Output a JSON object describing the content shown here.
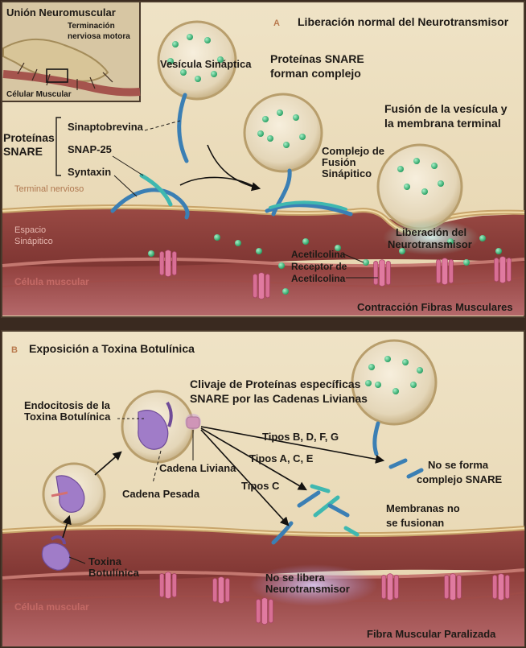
{
  "inset": {
    "title": "Unión Neuromuscular",
    "nerve_label_line1": "Terminación",
    "nerve_label_line2": "nerviosa motora",
    "muscle_label": "Célular Muscular"
  },
  "panel_a": {
    "letter": "A",
    "title": "Liberación normal del Neurotransmisor",
    "vesicle_label": "Vesícula Sináptica",
    "snare_complex_line1": "Proteínas   SNARE",
    "snare_complex_line2": "forman complejo",
    "fusion_label_line1": "Fusión de la vesícula y",
    "fusion_label_line2": "la membrana terminal",
    "snare_group_line1": "Proteínas",
    "snare_group_line2": "SNARE",
    "snare_items": [
      "Sinaptobrevina",
      "SNAP-25",
      "Syntaxin"
    ],
    "fusion_complex_line1": "Complejo de",
    "fusion_complex_line2": "Fusión",
    "fusion_complex_line3": "Sinápitico",
    "terminal_label": "Terminal nervioso",
    "cleft_line1": "Espacio",
    "cleft_line2": "Sinápitico",
    "release_line1": "Liberación del",
    "release_line2": "Neurotransmisor",
    "ach_label": "Acetilcolina",
    "receptor_line1": "Receptor de",
    "receptor_line2": "Acetilcolina",
    "muscle_label": "Célula muscular",
    "outcome": "Contracción Fibras Musculares"
  },
  "panel_b": {
    "letter": "B",
    "title": "Exposición a Toxina Botulínica",
    "cleavage_line1": "Clivaje de Proteínas específicas",
    "cleavage_line2": "SNARE por las Cadenas Livianas",
    "endocytosis_line1": "Endocitosis de la",
    "endocytosis_line2": "Toxina Botulínica",
    "types_bdfg": "Tipos B, D, F, G",
    "types_ace": "Tipos A, C, E",
    "types_c": "Tipos C",
    "light_chain": "Cadena Liviana",
    "heavy_chain": "Cadena Pesada",
    "no_snare_line1": "No se forma",
    "no_snare_line2": "complejo SNARE",
    "no_fusion_line1": "Membranas no",
    "no_fusion_line2": "se fusionan",
    "toxin_line1": "Toxina",
    "toxin_line2": "Botulínica",
    "no_release_line1": "No se libera",
    "no_release_line2": "Neurotransmisor",
    "muscle_label": "Célula muscular",
    "outcome": "Fibra Muscular Paralizada"
  }
}
